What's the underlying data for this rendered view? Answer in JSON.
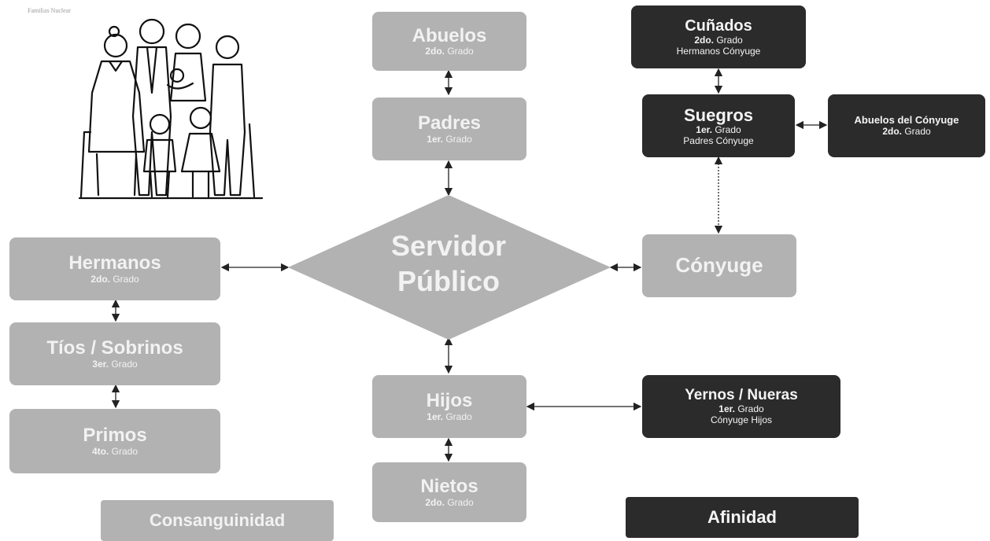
{
  "caption": "Familias Nuclear",
  "center": {
    "line1": "Servidor",
    "line2": "Público"
  },
  "nodes": {
    "abuelos": {
      "title": "Abuelos",
      "grade_bold": "2do.",
      "grade_text": " Grado",
      "note": ""
    },
    "padres": {
      "title": "Padres",
      "grade_bold": "1er.",
      "grade_text": " Grado",
      "note": ""
    },
    "hermanos": {
      "title": "Hermanos",
      "grade_bold": "2do.",
      "grade_text": " Grado",
      "note": ""
    },
    "tios": {
      "title": "Tíos / Sobrinos",
      "grade_bold": "3er.",
      "grade_text": " Grado",
      "note": ""
    },
    "primos": {
      "title": "Primos",
      "grade_bold": "4to.",
      "grade_text": " Grado",
      "note": ""
    },
    "hijos": {
      "title": "Hijos",
      "grade_bold": "1er.",
      "grade_text": " Grado",
      "note": ""
    },
    "nietos": {
      "title": "Nietos",
      "grade_bold": "2do.",
      "grade_text": " Grado",
      "note": ""
    },
    "conyuge": {
      "title": "Cónyuge"
    },
    "cunados": {
      "title": "Cuñados",
      "grade_bold": "2do.",
      "grade_text": " Grado",
      "note": "Hermanos Cónyuge"
    },
    "suegros": {
      "title": "Suegros",
      "grade_bold": "1er.",
      "grade_text": " Grado",
      "note": "Padres Cónyuge"
    },
    "abuelos_conyuge": {
      "title": "Abuelos del Cónyuge",
      "grade_bold": "2do.",
      "grade_text": " Grado"
    },
    "yernos": {
      "title": "Yernos / Nueras",
      "grade_bold": "1er.",
      "grade_text": " Grado",
      "note": "Cónyuge Hijos"
    }
  },
  "legend": {
    "consanguinidad": "Consanguinidad",
    "afinidad": "Afinidad"
  },
  "colors": {
    "consanguinidad": "#b2b2b2",
    "afinidad": "#2b2b2b",
    "text_light": "#f2f2f2"
  }
}
